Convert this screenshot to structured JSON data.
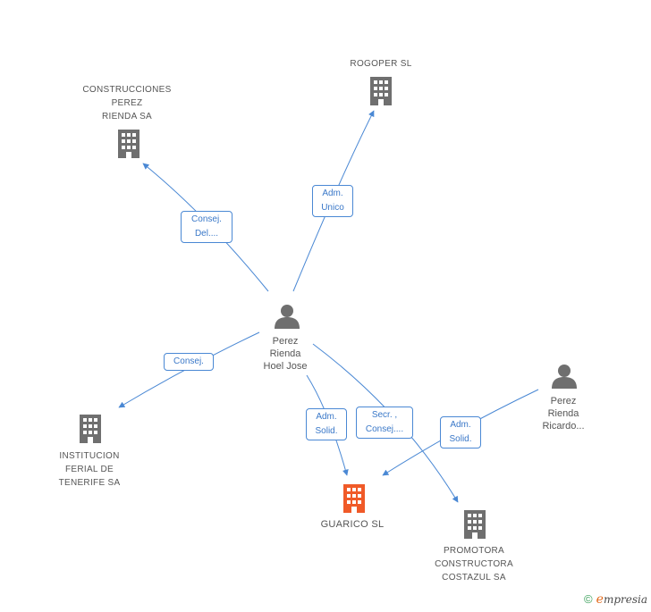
{
  "nodes": {
    "construcciones": {
      "label": "CONSTRUCCIONES\nPEREZ\nRIENDA SA",
      "type": "company"
    },
    "rogoper": {
      "label": "ROGOPER SL",
      "type": "company"
    },
    "perez_hoel": {
      "label": "Perez\nRienda\nHoel Jose",
      "type": "person"
    },
    "institucion": {
      "label": "INSTITUCION\nFERIAL DE\nTENERIFE SA",
      "type": "company"
    },
    "guarico": {
      "label": "GUARICO SL",
      "type": "company-main"
    },
    "promotora": {
      "label": "PROMOTORA\nCONSTRUCTORA\nCOSTAZUL SA",
      "type": "company"
    },
    "perez_ricardo": {
      "label": "Perez\nRienda\nRicardo...",
      "type": "person"
    }
  },
  "edges": {
    "e1": {
      "label": "Consej.\nDel....",
      "from": "perez_hoel",
      "to": "construcciones"
    },
    "e2": {
      "label": "Adm.\nUnico",
      "from": "perez_hoel",
      "to": "rogoper"
    },
    "e3": {
      "label": "Consej.",
      "from": "perez_hoel",
      "to": "institucion"
    },
    "e4": {
      "label": "Adm.\nSolid.",
      "from": "perez_hoel",
      "to": "guarico"
    },
    "e5": {
      "label": "Secr. ,\nConsej....",
      "from": "perez_hoel",
      "to": "promotora"
    },
    "e6": {
      "label": "Adm.\nSolid.",
      "from": "perez_ricardo",
      "to": "guarico"
    }
  },
  "footer": {
    "copyright": "©",
    "brand_e": "e",
    "brand_rest": "mpresia"
  },
  "colors": {
    "edge": "#4a88d4",
    "icon": "#6f6f6f",
    "highlight": "#f05a28"
  }
}
